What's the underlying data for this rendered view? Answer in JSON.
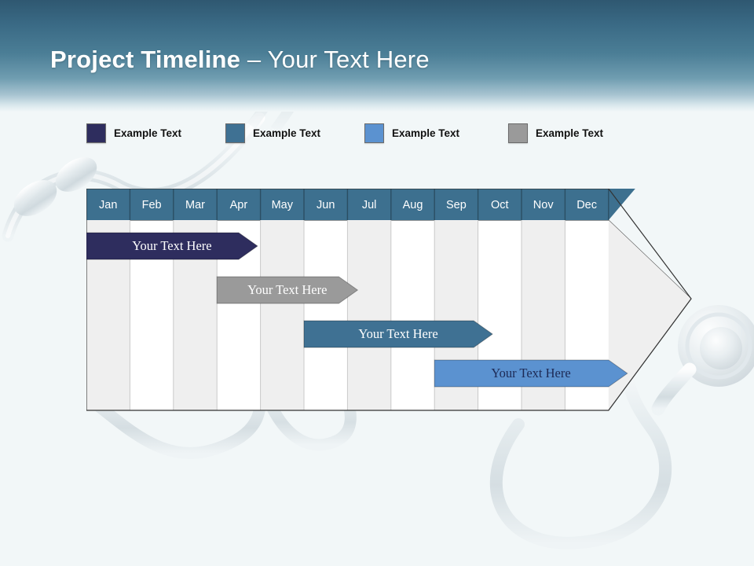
{
  "title": {
    "bold_part": "Project Timeline",
    "light_part": " – Your Text Here"
  },
  "legend": {
    "items": [
      {
        "label": "Example Text",
        "color": "#2e2d5e",
        "icon": "legend-swatch-icon"
      },
      {
        "label": "Example Text",
        "color": "#3f7193",
        "icon": "legend-swatch-icon"
      },
      {
        "label": "Example Text",
        "color": "#5b92d0",
        "icon": "legend-swatch-icon"
      },
      {
        "label": "Example Text",
        "color": "#9a9a9a",
        "icon": "legend-swatch-icon"
      }
    ]
  },
  "chart_data": {
    "type": "bar",
    "title": "Project Timeline – Your Text Here",
    "categories": [
      "Jan",
      "Feb",
      "Mar",
      "Apr",
      "May",
      "Jun",
      "Jul",
      "Aug",
      "Sep",
      "Oct",
      "Nov",
      "Dec"
    ],
    "xlabel": "",
    "ylabel": "",
    "grid": true,
    "legend_position": "top",
    "header_color": "#3d708f",
    "stripe_colors": [
      "#efefef",
      "#ffffff"
    ],
    "series": [
      {
        "name": "Example Text",
        "label": "Your  Text Here",
        "color": "#2e2d5e",
        "text_color": "#ffffff",
        "start_month": "Jan",
        "end_month": "Apr",
        "start_index": 0,
        "end_index": 3.5,
        "row": 1
      },
      {
        "name": "Example Text",
        "label": "Your  Text Here",
        "color": "#9a9a9a",
        "text_color": "#ffffff",
        "start_month": "Apr",
        "end_month": "Jun",
        "start_index": 3,
        "end_index": 5.8,
        "row": 2
      },
      {
        "name": "Example Text",
        "label": "Your  Text Here",
        "color": "#3f7193",
        "text_color": "#ffffff",
        "start_month": "Jun",
        "end_month": "Sep",
        "start_index": 5,
        "end_index": 8.9,
        "row": 3
      },
      {
        "name": "Example Text",
        "label": "Your  Text Here",
        "color": "#5b92d0",
        "text_color": "#1d2a55",
        "start_month": "Sep",
        "end_month": "Dec",
        "start_index": 8,
        "end_index": 12.0,
        "row": 4
      }
    ]
  }
}
